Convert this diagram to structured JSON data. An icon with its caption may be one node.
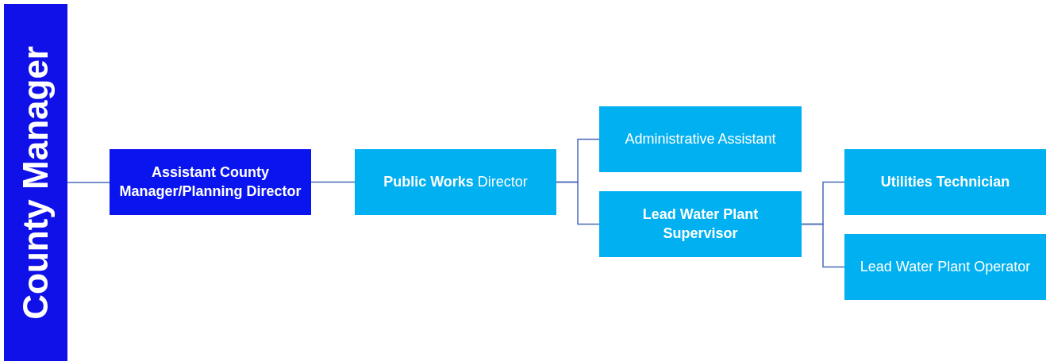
{
  "diagram": {
    "nodes": [
      {
        "text": [
          "County Manager"
        ]
      },
      {
        "text": [
          "Assistant County Manager/Planning Director"
        ]
      },
      {
        "text": [
          "**Public Works** Director"
        ]
      },
      {
        "text": [
          "Administrative Assistant"
        ]
      },
      {
        "text": [
          "Lead Water Plant Supervisor"
        ]
      },
      {
        "text": [
          "Utilities Technician"
        ]
      },
      {
        "text": [
          "Lead Water Plant Operator"
        ]
      }
    ],
    "edges": [
      {
        "from": 0,
        "to": 1,
        "arrow": "none"
      },
      {
        "from": 1,
        "to": 2,
        "arrow": "none"
      },
      {
        "from": 2,
        "to": 3,
        "arrow": "none"
      },
      {
        "from": 2,
        "to": 4,
        "arrow": "none"
      },
      {
        "from": 4,
        "to": 5,
        "arrow": "none"
      },
      {
        "from": 4,
        "to": 6,
        "arrow": "none"
      }
    ]
  }
}
